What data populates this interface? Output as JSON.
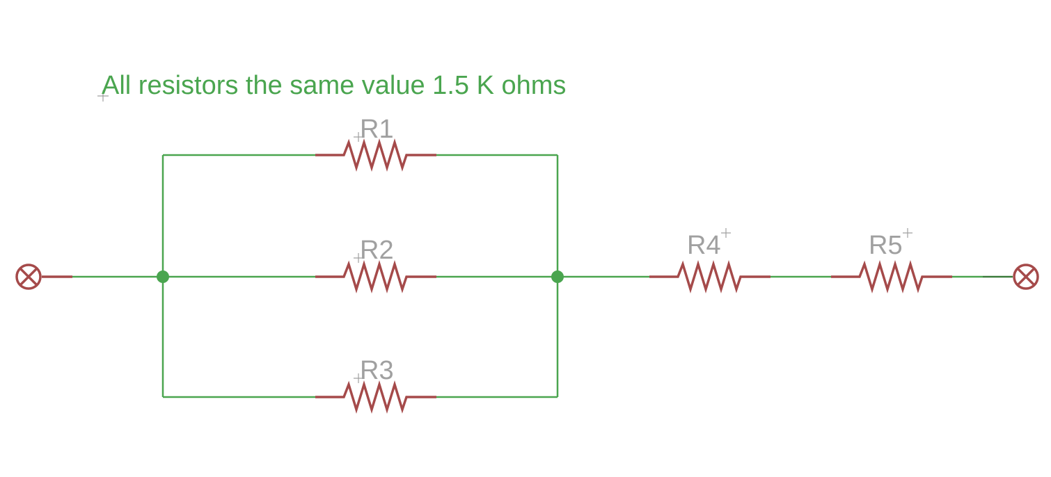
{
  "annotation": "All resistors the same value 1.5 K ohms",
  "resistors": [
    {
      "id": "r1",
      "label": "R1"
    },
    {
      "id": "r2",
      "label": "R2"
    },
    {
      "id": "r3",
      "label": "R3"
    },
    {
      "id": "r4",
      "label": "R4"
    },
    {
      "id": "r5",
      "label": "R5"
    }
  ],
  "colors": {
    "wire": "#4aa54f",
    "component": "#a54a4a",
    "label": "#a0a0a0",
    "origin_mark": "#a0a0a0",
    "annotation": "#4aa54f",
    "background": "#ffffff"
  }
}
